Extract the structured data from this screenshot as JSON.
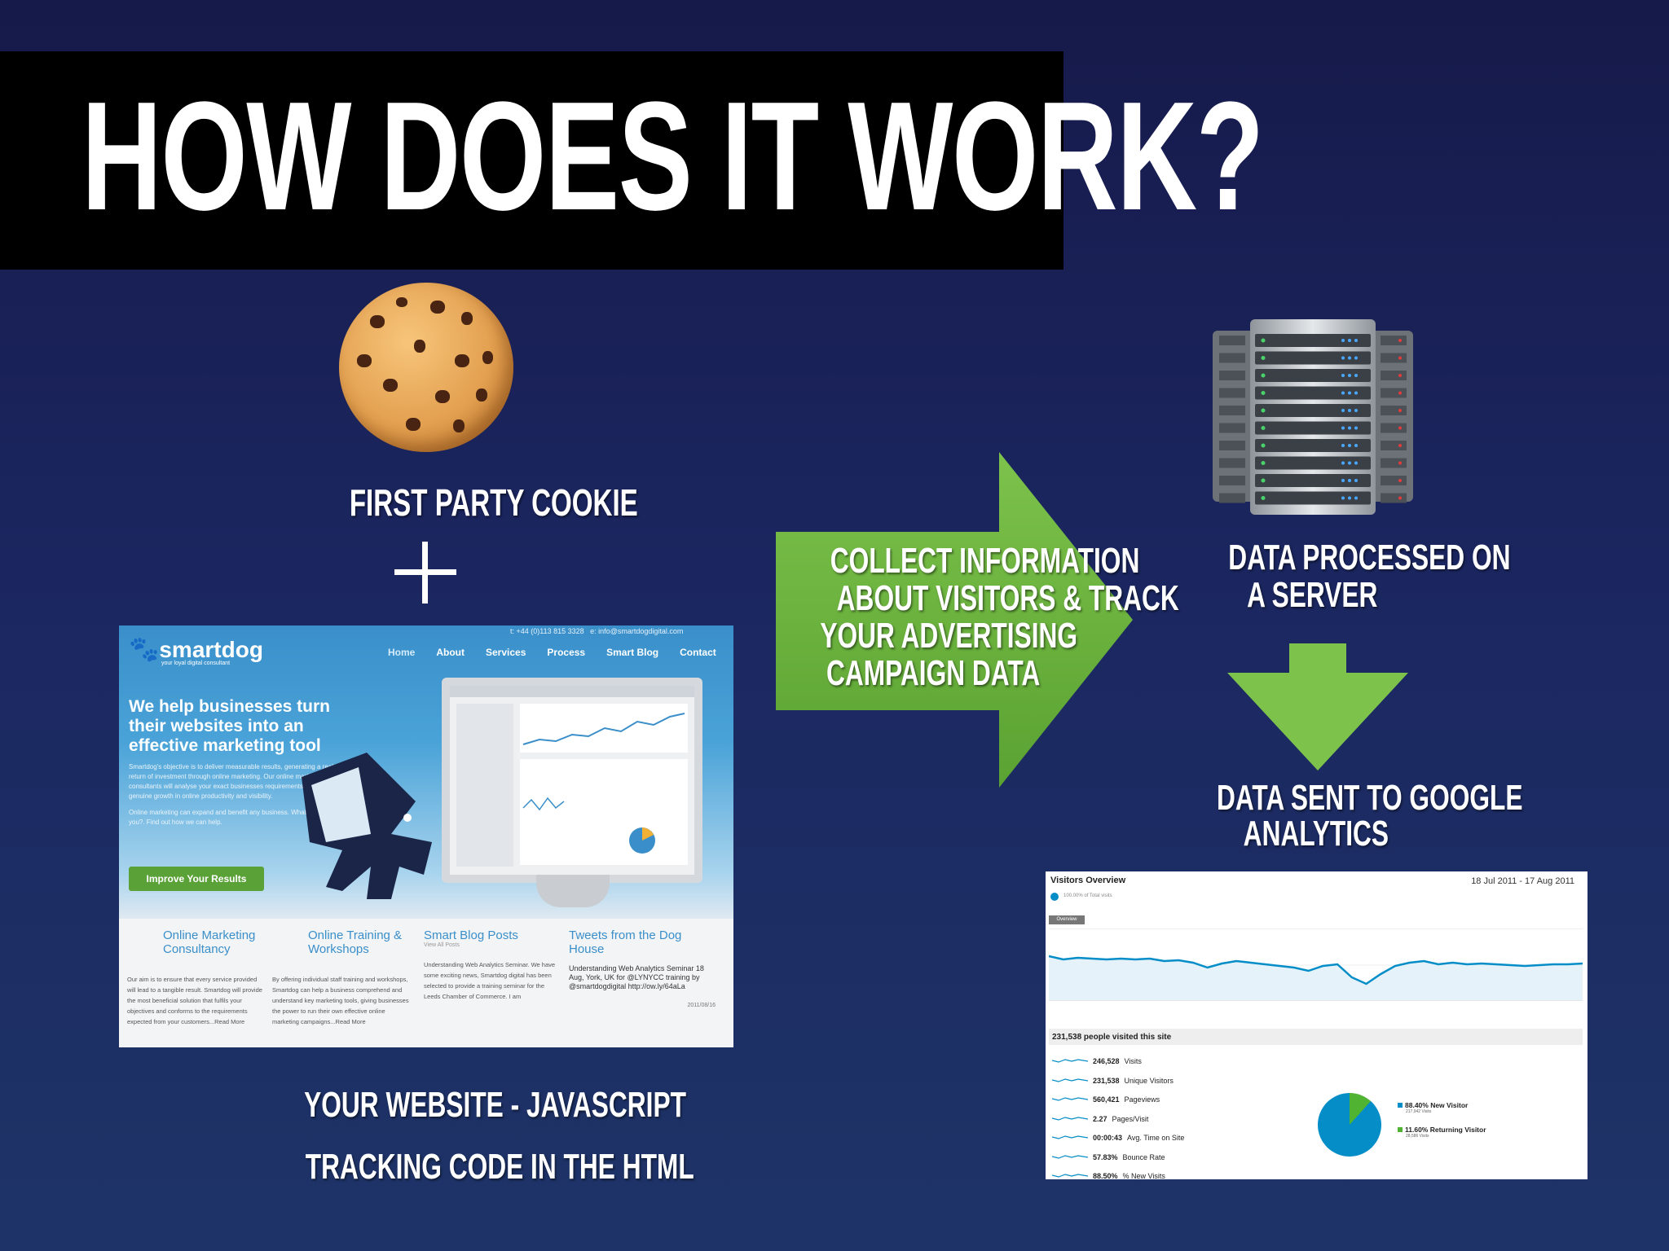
{
  "slide": {
    "title": "HOW DOES IT WORK?",
    "cookie_label": "FIRST PARTY COOKIE",
    "website_label_line1": "YOUR WEBSITE - JAVASCRIPT",
    "website_label_line2": "TRACKING CODE IN THE HTML",
    "arrow_line1": "COLLECT INFORMATION",
    "arrow_line2": "ABOUT VISITORS & TRACK",
    "arrow_line3": "YOUR ADVERTISING",
    "arrow_line4": "CAMPAIGN DATA",
    "server_label_line1": "DATA PROCESSED ON",
    "server_label_line2": "A SERVER",
    "ga_label_line1": "DATA SENT TO GOOGLE",
    "ga_label_line2": "ANALYTICS"
  },
  "colors": {
    "arrow_green": "#6cb33f",
    "title_bar": "#000000",
    "background_top": "#161a4a",
    "background_bottom": "#1e3468"
  },
  "icons": [
    "cookie-icon",
    "plus-icon",
    "server-icon",
    "right-arrow-icon",
    "down-arrow-icon"
  ],
  "website": {
    "logo": "smartdog",
    "tagline": "your loyal digital consultant",
    "phone": "t: +44 (0)113 815 3328",
    "email": "e: info@smartdogdigital.com",
    "nav": [
      "Home",
      "About",
      "Services",
      "Process",
      "Smart Blog",
      "Contact"
    ],
    "headline": "We help businesses turn their websites into an effective marketing tool",
    "body1": "Smartdog's objective is to deliver measurable results, generating a real return of investment through online marketing. Our online marketing consultants will analyse your exact businesses requirements to enable genuine growth in online productivity and visibility.",
    "body2": "Online marketing can expand and benefit any business. What's stopping you?. Find out how we can help.",
    "cta": "Improve Your Results",
    "col1_title": "Online Marketing Consultancy",
    "col1_text": "Our aim is to ensure that every service provided will lead to a tangible result. Smartdog will provide the most beneficial solution that fulfils your objectives and conforms to the requirements expected from your customers...Read More",
    "col2_title": "Online Training & Workshops",
    "col2_text": "By offering individual staff training and workshops, Smartdog can help a business comprehend and understand key marketing tools, giving businesses the power to run their own effective online marketing campaigns...Read More",
    "col3_title": "Smart Blog Posts",
    "col3_sub": "View All Posts",
    "col3_text": "Understanding Web Analytics Seminar. We have some exciting news, Smartdog digital has been selected to provide a training seminar for the Leeds Chamber of Commerce. I am",
    "col4_title": "Tweets from the Dog House",
    "col4_text": "Understanding Web Analytics Seminar 18 Aug, York, UK for @LYNYCC training by @smartdogdigital http://ow.ly/64aLa",
    "col4_date": "2011/08/16"
  },
  "analytics": {
    "title": "Visitors Overview",
    "date_range": "18 Jul 2011 - 17 Aug 2011",
    "sub": "100.00% of Total visits",
    "tab": "Overview",
    "summary": "231,538 people visited this site",
    "stats": [
      {
        "value": "246,528",
        "label": "Visits"
      },
      {
        "value": "231,538",
        "label": "Unique Visitors"
      },
      {
        "value": "560,421",
        "label": "Pageviews"
      },
      {
        "value": "2.27",
        "label": "Pages/Visit"
      },
      {
        "value": "00:00:43",
        "label": "Avg. Time on Site"
      },
      {
        "value": "57.83%",
        "label": "Bounce Rate"
      },
      {
        "value": "88.50%",
        "label": "% New Visits"
      }
    ],
    "pie": [
      {
        "label": "88.40% New Visitor",
        "sub": "217,942 Visits",
        "value": 88.4,
        "color": "#058dc7"
      },
      {
        "label": "11.60% Returning Visitor",
        "sub": "28,586 Visits",
        "value": 11.6,
        "color": "#50b432"
      }
    ]
  }
}
